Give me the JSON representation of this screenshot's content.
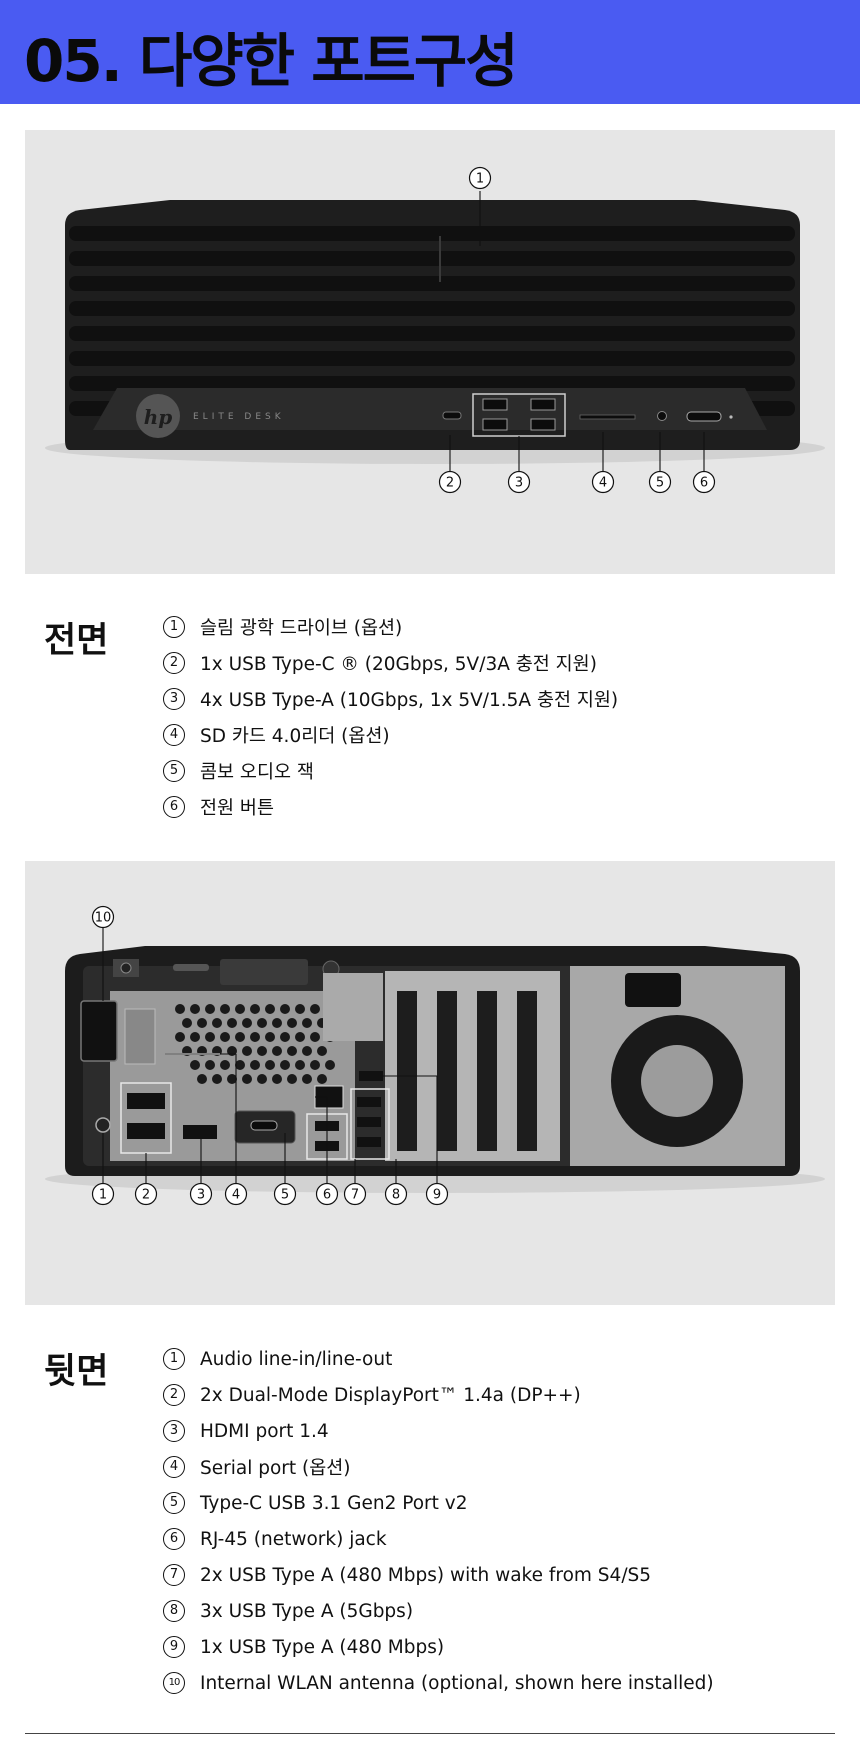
{
  "header": {
    "title": "05. 다양한 포트구성",
    "background": "#4a5bf2"
  },
  "front": {
    "label": "전면",
    "callouts": [
      "1",
      "2",
      "3",
      "4",
      "5",
      "6"
    ],
    "items": [
      {
        "num": "1",
        "text": "슬림 광학 드라이브 (옵션)"
      },
      {
        "num": "2",
        "text": "1x USB Type-C ® (20Gbps, 5V/3A 충전 지원)"
      },
      {
        "num": "3",
        "text": "4x USB  Type-A (10Gbps, 1x 5V/1.5A 충전 지원)"
      },
      {
        "num": "4",
        "text": "SD 카드 4.0리더 (옵션)"
      },
      {
        "num": "5",
        "text": "콤보 오디오 잭"
      },
      {
        "num": "6",
        "text": "전원 버튼"
      }
    ]
  },
  "rear": {
    "label": "뒷면",
    "callouts": [
      "1",
      "2",
      "3",
      "4",
      "5",
      "6",
      "7",
      "8",
      "9",
      "10"
    ],
    "items": [
      {
        "num": "1",
        "text": "Audio line-in/line-out"
      },
      {
        "num": "2",
        "text": "2x Dual-Mode DisplayPort™ 1.4a (DP++)"
      },
      {
        "num": "3",
        "text": "HDMI port 1.4"
      },
      {
        "num": "4",
        "text": "Serial port (옵션)"
      },
      {
        "num": "5",
        "text": "Type-C USB 3.1 Gen2 Port v2"
      },
      {
        "num": "6",
        "text": "RJ-45 (network) jack"
      },
      {
        "num": "7",
        "text": "2x USB Type A (480 Mbps) with wake from S4/S5"
      },
      {
        "num": "8",
        "text": "3x USB Type A (5Gbps)"
      },
      {
        "num": "9",
        "text": "1x USB Type A (480 Mbps)"
      },
      {
        "num": "10",
        "text": "Internal WLAN antenna (optional, shown here installed)"
      }
    ]
  },
  "product": {
    "brand": "hp",
    "model": "ELITE DESK"
  }
}
